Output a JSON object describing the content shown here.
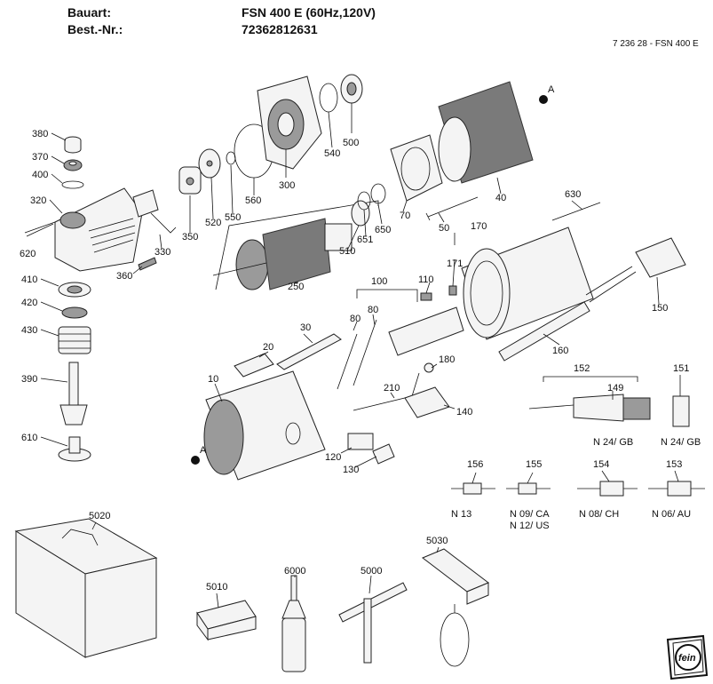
{
  "header": {
    "bauart_label": "Bauart:",
    "bauart_value": "FSN 400 E (60Hz,120V)",
    "bestnr_label": "Best.-Nr.:",
    "bestnr_value": "72362812631",
    "doc_ref": "7 236 28 - FSN 400 E"
  },
  "parts": [
    "380",
    "370",
    "400",
    "320",
    "620",
    "410",
    "420",
    "430",
    "390",
    "610",
    "360",
    "330",
    "350",
    "520",
    "550",
    "560",
    "300",
    "540",
    "500",
    "250",
    "510",
    "651",
    "650",
    "70",
    "50",
    "40",
    "630",
    "170",
    "171",
    "150",
    "100",
    "110",
    "80",
    "30",
    "20",
    "10",
    "180",
    "210",
    "140",
    "160",
    "152",
    "149",
    "151",
    "120",
    "130",
    "156",
    "155",
    "154",
    "153",
    "5020",
    "5010",
    "6000",
    "5000",
    "5030"
  ],
  "plug_labels": {
    "n24gb_a": "N 24/ GB",
    "n24gb_b": "N 24/ GB",
    "n13": "N 13",
    "n09ca": "N 09/ CA",
    "n12us": "N 12/ US",
    "n08ch": "N 08/ CH",
    "n06au": "N 06/ AU"
  },
  "markers": {
    "a": "A"
  },
  "logo": "fein"
}
